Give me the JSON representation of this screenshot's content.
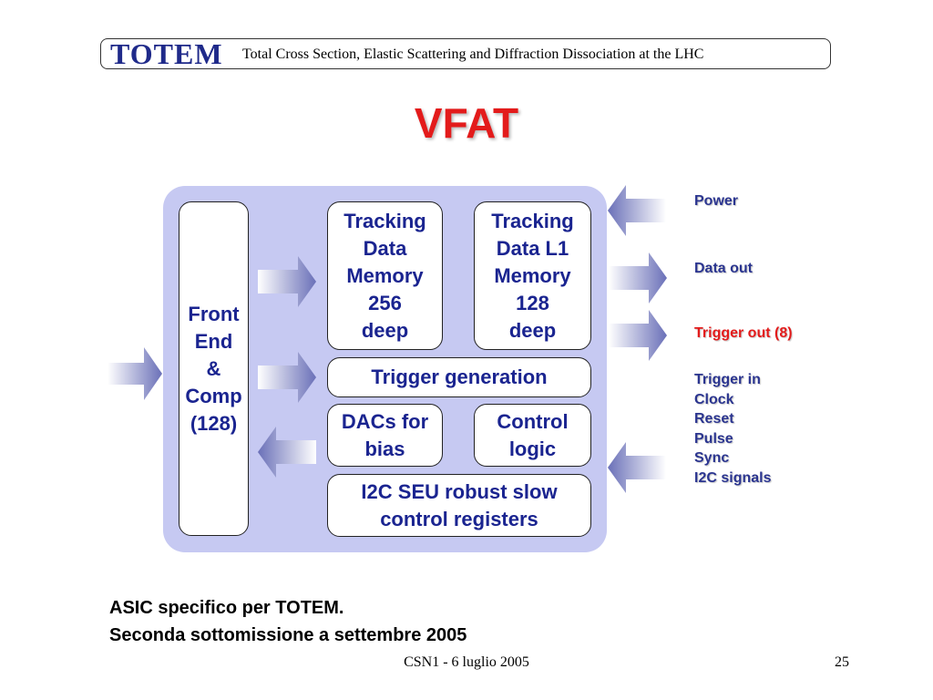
{
  "header": {
    "logo": "TOTEM",
    "title": "Total Cross Section, Elastic Scattering and Diffraction Dissociation at the LHC"
  },
  "slide_title": "VFAT",
  "diagram": {
    "blocks": {
      "front_end": "Front\nEnd\n&\nComp\n(128)",
      "tracking_data_memory": "Tracking\nData\nMemory\n256\ndeep",
      "tracking_data_l1_memory": "Tracking\nData L1\nMemory\n128\ndeep",
      "trigger_generation": "Trigger generation",
      "dacs_for_bias": "DACs for\nbias",
      "control_logic": "Control\nlogic",
      "i2c_registers": "I2C SEU robust slow\ncontrol registers"
    },
    "signals": {
      "power": "Power",
      "data_out": "Data out",
      "trigger_out": "Trigger out (8)",
      "inputs": [
        "Trigger in",
        "Clock",
        "Reset",
        "Pulse",
        "Sync",
        "I2C signals"
      ]
    },
    "colors": {
      "chip_background": "#c6c9f2",
      "block_text": "#1a2490",
      "arrow": "#6a70b8",
      "trigger_out_label": "#e31b1b"
    }
  },
  "caption": {
    "line1": "ASIC specifico per TOTEM.",
    "line2": "Seconda sottomissione a settembre 2005"
  },
  "footer": {
    "center": "CSN1 - 6 luglio 2005",
    "page": "25"
  }
}
